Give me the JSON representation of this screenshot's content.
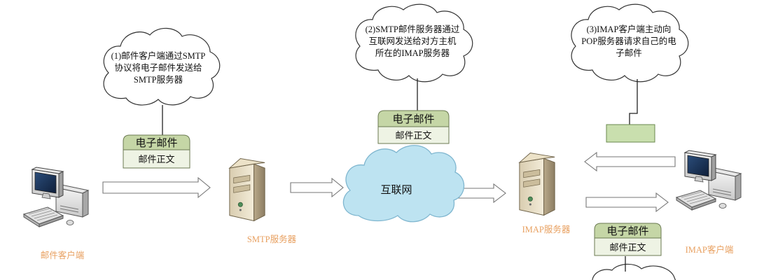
{
  "notes": {
    "step1": [
      "(1)邮件客户端通过SMTP",
      "协议将电子邮件发送给",
      "SMTP服务器"
    ],
    "step2": [
      "(2)SMTP邮件服务器通过",
      "互联网发送给对方主机",
      "所在的IMAP服务器"
    ],
    "step3": [
      "(3)IMAP客户端主动向",
      "POP服务器请求自己的电",
      "子邮件"
    ]
  },
  "envelopes": {
    "env1": {
      "title": "电子邮件",
      "body": "邮件正文"
    },
    "env2": {
      "title": "电子邮件",
      "body": "邮件正文"
    },
    "env3": {
      "title": "电子邮件",
      "body": "邮件正文"
    }
  },
  "cloud": {
    "label": "互联网"
  },
  "captions": {
    "mail_client": "邮件客户端",
    "smtp_server": "SMTP服务器",
    "imap_server": "IMAP服务器",
    "imap_client": "IMAP客户端"
  },
  "colors": {
    "caption": "#e8a060",
    "envelope_head": "#c5d6a6",
    "envelope_body": "#eef3e4",
    "request_box": "#c9dfae",
    "cloud_fill": "#bde3f1",
    "cloud_stroke": "#7fb6cf"
  }
}
